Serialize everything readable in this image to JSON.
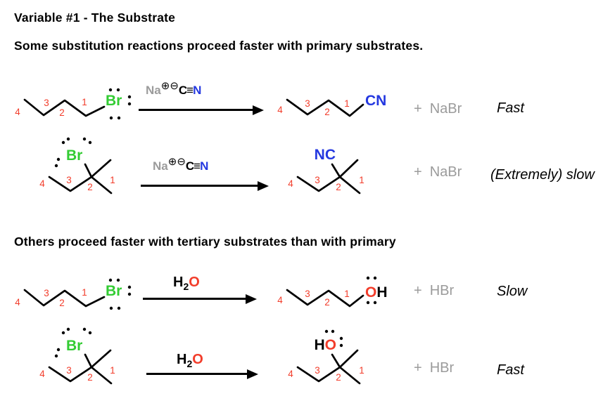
{
  "page": {
    "title": "Variable #1 - The Substrate",
    "section1_heading": "Some substitution reactions proceed faster with primary substrates.",
    "section2_heading": "Others proceed faster with tertiary substrates than with primary"
  },
  "colors": {
    "carbon_number_red": "#f23d2b",
    "bromine_green": "#33cc33",
    "nitrile_blue": "#2438e0",
    "byproduct_gray": "#9b9b9b",
    "bond_black": "#000000"
  },
  "atoms": {
    "n1": "1",
    "n2": "2",
    "n3": "3",
    "n4": "4",
    "br": "Br",
    "cn": "CN",
    "nc": "NC",
    "o": "O",
    "h": "H"
  },
  "reagents": {
    "nacn": {
      "cation": "Na",
      "plus": "⊕",
      "minus": "⊖",
      "c": "C",
      "bond": "≡",
      "n": "N"
    },
    "h2o": {
      "h": "H",
      "subscript": "2",
      "o": "O"
    }
  },
  "rows": [
    {
      "byproduct_plus": "+",
      "byproduct": "NaBr",
      "rate": "Fast"
    },
    {
      "byproduct_plus": "+",
      "byproduct": "NaBr",
      "rate": "(Extremely) slow"
    },
    {
      "byproduct_plus": "+",
      "byproduct": "HBr",
      "rate": "Slow"
    },
    {
      "byproduct_plus": "+",
      "byproduct": "HBr",
      "rate": "Fast"
    }
  ]
}
